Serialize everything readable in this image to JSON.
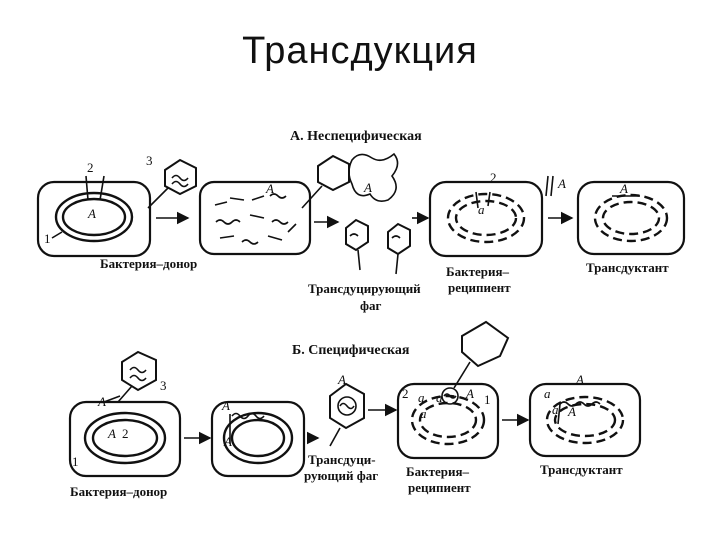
{
  "title": "Трансдукция",
  "panel_a": {
    "heading": "А. Неспецифическая",
    "donor_label": "Бактерия–донор",
    "phage_label_line1": "Трансдуцирующий",
    "phage_label_line2": "фаг",
    "recipient_label_line1": "Бактерия–",
    "recipient_label_line2": "реципиент",
    "transductant_label": "Трансдуктант",
    "marker_gene": "A",
    "recipient_gene": "a",
    "num_1": "1",
    "num_2": "2",
    "num_3": "3"
  },
  "panel_b": {
    "heading": "Б. Специфическая",
    "donor_label": "Бактерия–донор",
    "phage_label_line1": "Трансдуци-",
    "phage_label_line2": "рующий фаг",
    "recipient_label_line1": "Бактерия–",
    "recipient_label_line2": "реципиент",
    "transductant_label": "Трансдуктант",
    "marker_gene": "A",
    "recipient_gene": "a",
    "num_1": "1",
    "num_2": "2",
    "num_3": "3"
  }
}
